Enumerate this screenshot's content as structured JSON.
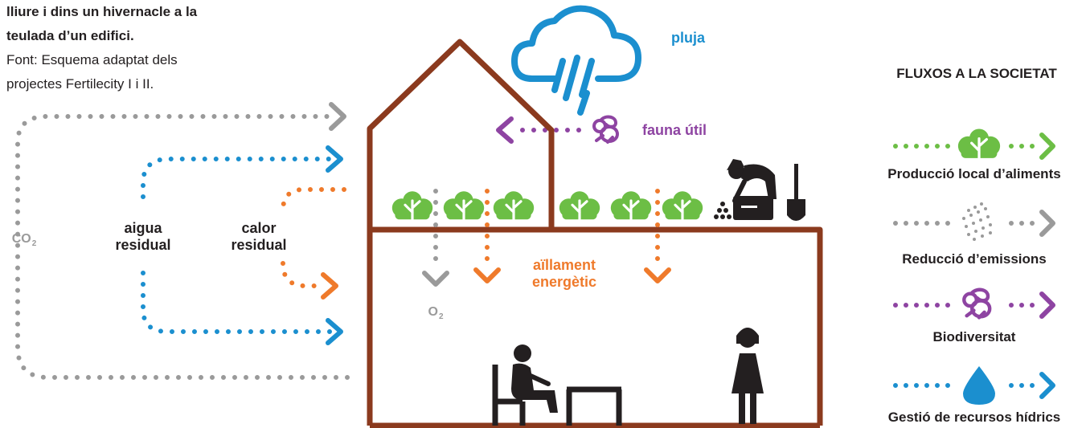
{
  "caption": {
    "title_line1": "lliure i dins un hivernacle a la",
    "title_line2": "teulada d’un edifici.",
    "source_line1": "Font: Esquema adaptat dels",
    "source_line2": "projectes Fertilecity I i II."
  },
  "labels": {
    "rain": "pluja",
    "fauna": "fauna útil",
    "waste_water_1": "aigua",
    "waste_water_2": "residual",
    "waste_heat_1": "calor",
    "waste_heat_2": "residual",
    "co2_main": "CO",
    "co2_sub": "2",
    "o2_main": "O",
    "o2_sub": "2",
    "insulation_1": "aïllament",
    "insulation_2": "energètic"
  },
  "legend": {
    "title": "FLUXOS A LA SOCIETAT",
    "items": [
      {
        "label": "Producció local d’aliments",
        "icon": "lettuce-icon",
        "color": "#6cbe45"
      },
      {
        "label": "Reducció d’emissions",
        "icon": "particles-icon",
        "color": "#9a9a9a"
      },
      {
        "label": "Biodiversitat",
        "icon": "bee-icon",
        "color": "#8e44a2"
      },
      {
        "label": "Gestió de recursos hídrics",
        "icon": "water-drop-icon",
        "color": "#1b8fcf"
      }
    ]
  },
  "colors": {
    "house": "#8b3a1e",
    "water": "#1b8fcf",
    "co2": "#9a9a9a",
    "heat": "#ef7a2b",
    "fauna": "#8e44a2",
    "plants": "#6cbe45",
    "dark": "#231f20"
  }
}
